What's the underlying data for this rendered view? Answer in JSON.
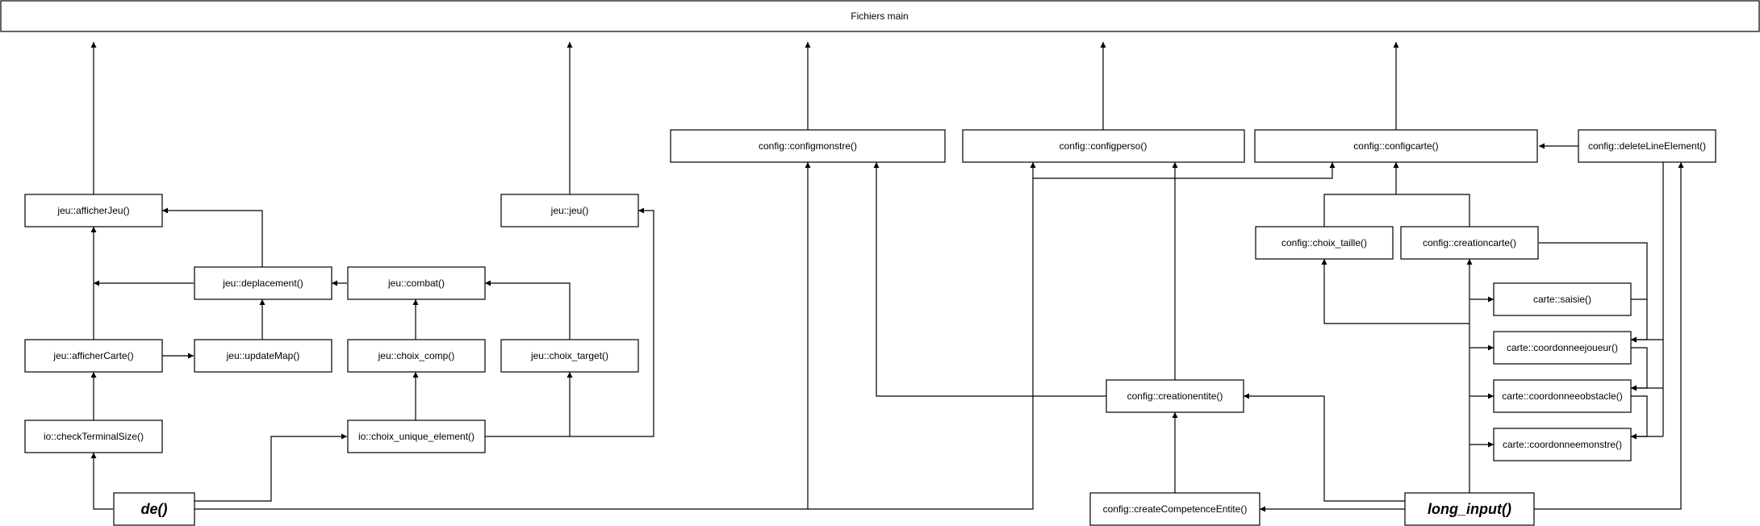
{
  "diagram": {
    "nodes": [
      {
        "id": "main",
        "label": "Fichiers main"
      },
      {
        "id": "configmonstre",
        "label": "config::configmonstre()"
      },
      {
        "id": "configperso",
        "label": "config::configperso()"
      },
      {
        "id": "configcarte",
        "label": "config::configcarte()"
      },
      {
        "id": "deleteLineElement",
        "label": "config::deleteLineElement()"
      },
      {
        "id": "afficherJeu",
        "label": "jeu::afficherJeu()"
      },
      {
        "id": "jeu",
        "label": "jeu::jeu()"
      },
      {
        "id": "deplacement",
        "label": "jeu::deplacement()"
      },
      {
        "id": "combat",
        "label": "jeu::combat()"
      },
      {
        "id": "choix_taille",
        "label": "config::choix_taille()"
      },
      {
        "id": "creationcarte",
        "label": "config::creationcarte()"
      },
      {
        "id": "saisie",
        "label": "carte::saisie()"
      },
      {
        "id": "afficherCarte",
        "label": "jeu::afficherCarte()"
      },
      {
        "id": "updateMap",
        "label": "jeu::updateMap()"
      },
      {
        "id": "choix_comp",
        "label": "jeu::choix_comp()"
      },
      {
        "id": "choix_target",
        "label": "jeu::choix_target()"
      },
      {
        "id": "coordonneejoueur",
        "label": "carte::coordonneejoueur()"
      },
      {
        "id": "coordonneeobstacle",
        "label": "carte::coordonneeobstacle()"
      },
      {
        "id": "creationentite",
        "label": "config::creationentite()"
      },
      {
        "id": "checkTerminalSize",
        "label": "io::checkTerminalSize()"
      },
      {
        "id": "choix_unique_element",
        "label": "io::choix_unique_element()"
      },
      {
        "id": "coordonneemonstre",
        "label": "carte::coordonneemonstre()"
      },
      {
        "id": "de",
        "label": "de()"
      },
      {
        "id": "createCompetenceEntite",
        "label": "config::createCompetenceEntite()"
      },
      {
        "id": "long_input",
        "label": "long_input()"
      }
    ]
  }
}
